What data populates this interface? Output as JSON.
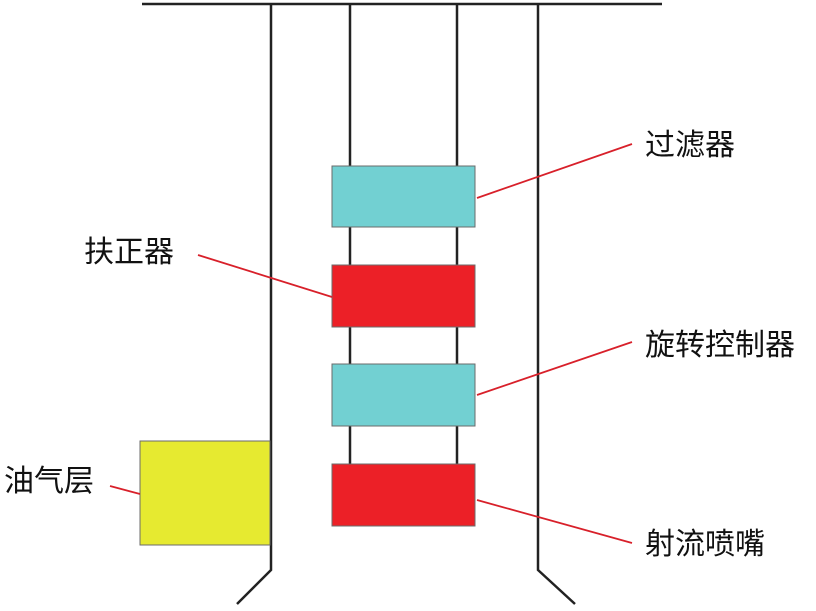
{
  "labels": {
    "filter": "过滤器",
    "centralizer": "扶正器",
    "rotation_controller": "旋转控制器",
    "oil_gas_layer": "油气层",
    "jet_nozzle": "射流喷嘴"
  },
  "colors": {
    "line": "#222222",
    "leader": "#d8202a",
    "cyan_block": "#72d0d2",
    "red_block": "#ec2027",
    "yellow_block": "#e6ea30",
    "block_border": "#6b6b6b"
  }
}
